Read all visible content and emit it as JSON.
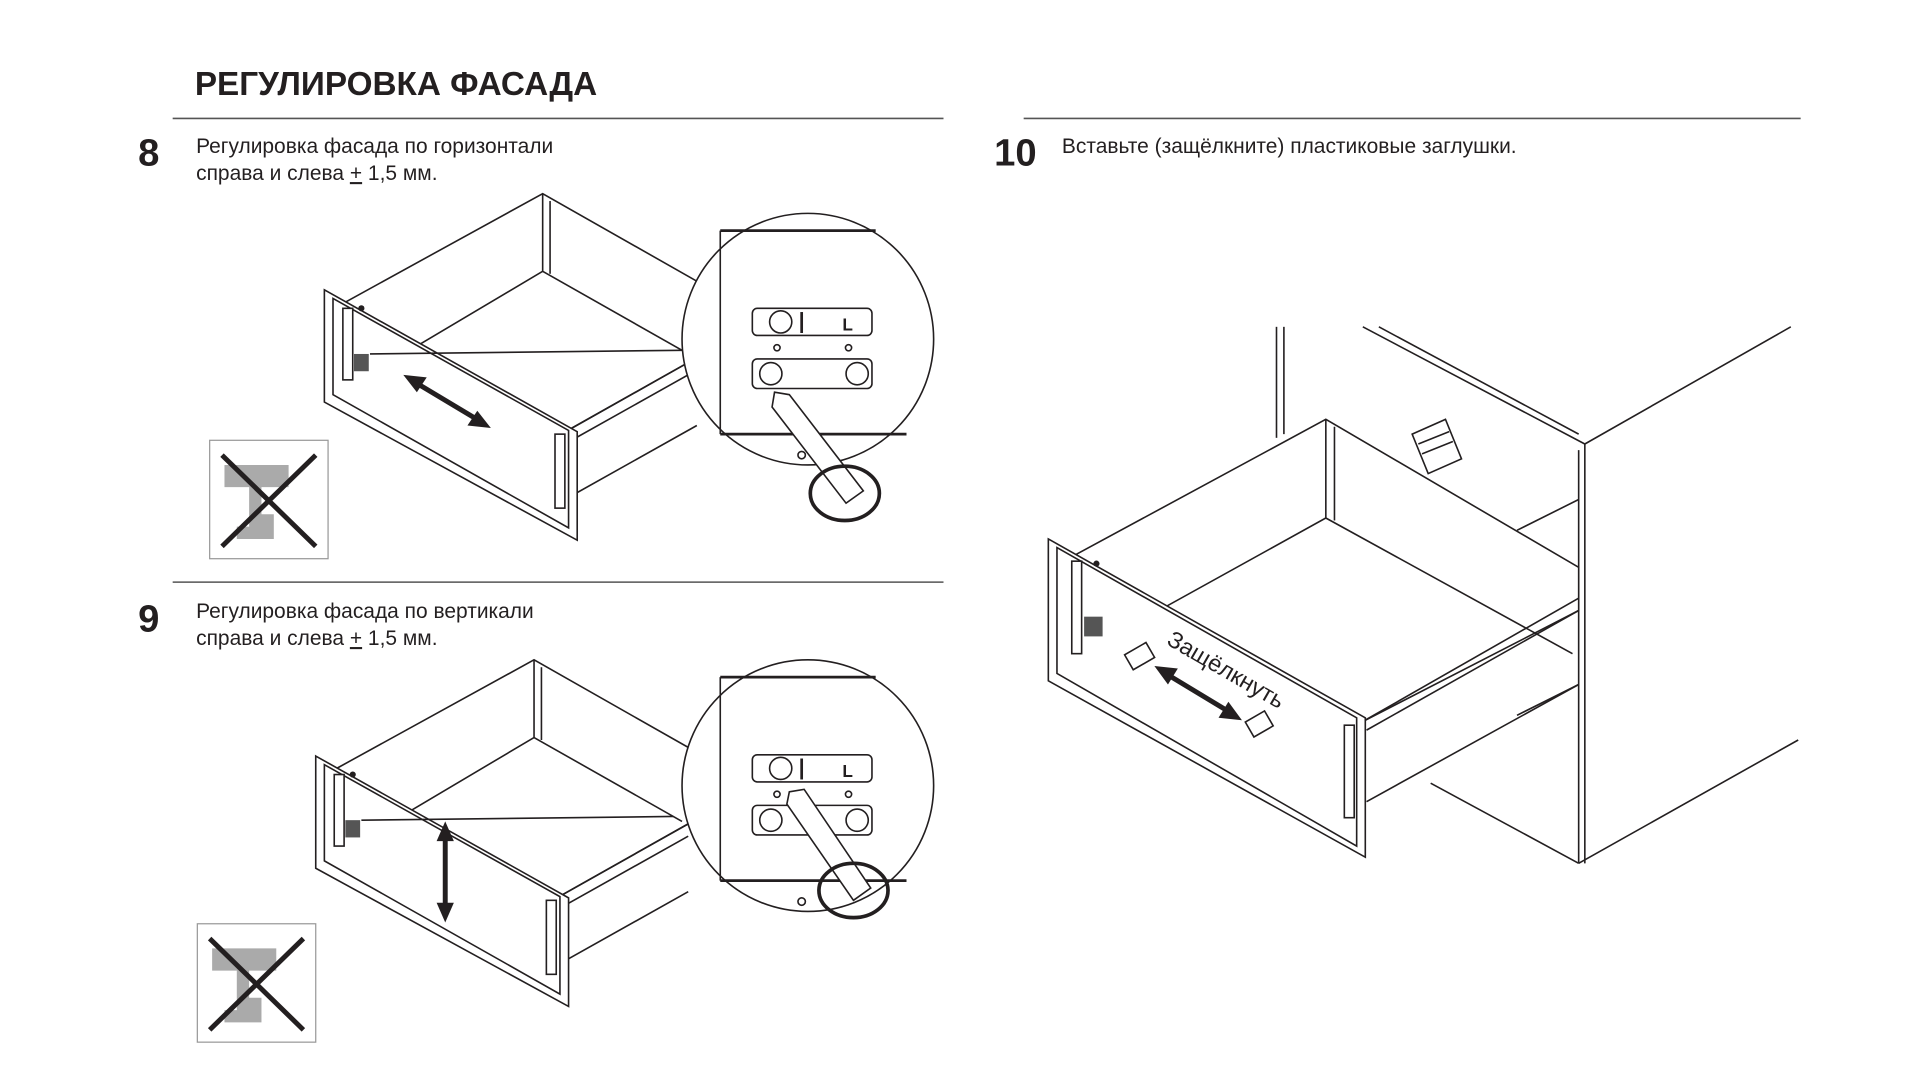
{
  "section_title": "РЕГУЛИРОВКА ФАСАДА",
  "steps": [
    {
      "number": "8",
      "line1": "Регулировка фасада по горизонтали",
      "line2_prefix": "справа и слева ",
      "plus_minus": "+",
      "line2_suffix": " 1,5 мм."
    },
    {
      "number": "9",
      "line1": "Регулировка фасада по вертикали",
      "line2_prefix": "справа и слева ",
      "plus_minus": "+",
      "line2_suffix": " 1,5 мм."
    },
    {
      "number": "10",
      "line1": "Вставьте (защёлкните) пластиковые заглушки."
    }
  ],
  "detail_label": "L",
  "snap_label": "Защёлкнуть",
  "icons": [
    "no-drill-icon",
    "screwdriver-icon",
    "double-arrow-icon"
  ]
}
